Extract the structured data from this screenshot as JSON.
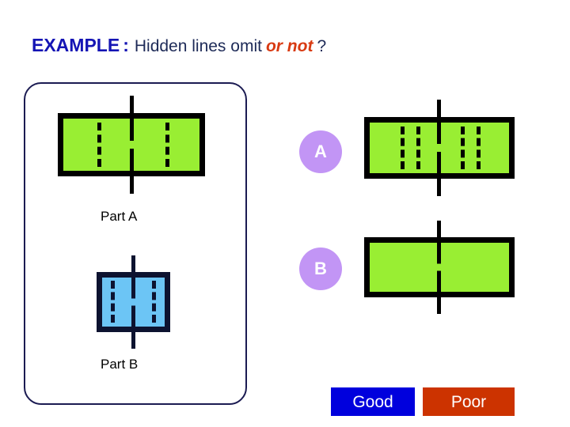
{
  "title": {
    "lead": "EXAMPLE",
    "colon": ":",
    "middle": "Hidden lines omit",
    "emphasis": "or not",
    "question": "?"
  },
  "badges": [
    {
      "id": "badge-a",
      "label": "A"
    },
    {
      "id": "badge-b",
      "label": "B"
    }
  ],
  "part_labels": [
    {
      "id": "part-a",
      "label": "Part A"
    },
    {
      "id": "part-b",
      "label": "Part B"
    }
  ],
  "verdicts": [
    {
      "id": "good",
      "label": "Good",
      "color": "#0000dd"
    },
    {
      "id": "poor",
      "label": "Poor",
      "color": "#cc3300"
    }
  ],
  "colors": {
    "title_blue": "#1414b4",
    "title_dark": "#1d2a57",
    "emphasis_red": "#d83a12",
    "green_fill": "#99ee33",
    "green_outline": "#000000",
    "blue_fill": "#6cc5f5",
    "blue_outline": "#0d1330",
    "badge_purple": "#c295f5",
    "group_box_border": "#1b1b52",
    "good_button": "#0000dd",
    "poor_button": "#cc3300",
    "background": "#ffffff"
  },
  "figures": [
    {
      "id": "part-a-detail",
      "fill": "green",
      "hidden_line_count": 2,
      "center_line": true,
      "caption": "Part A"
    },
    {
      "id": "assembly-with-hidden-lines",
      "fill": "green",
      "hidden_line_count": 4,
      "center_line": true,
      "caption": ""
    },
    {
      "id": "part-b-detail",
      "fill": "blue",
      "hidden_line_count": 2,
      "center_line": true,
      "caption": "Part B"
    },
    {
      "id": "assembly-without-hidden-lines",
      "fill": "green",
      "hidden_line_count": 0,
      "center_line": true,
      "caption": ""
    }
  ]
}
